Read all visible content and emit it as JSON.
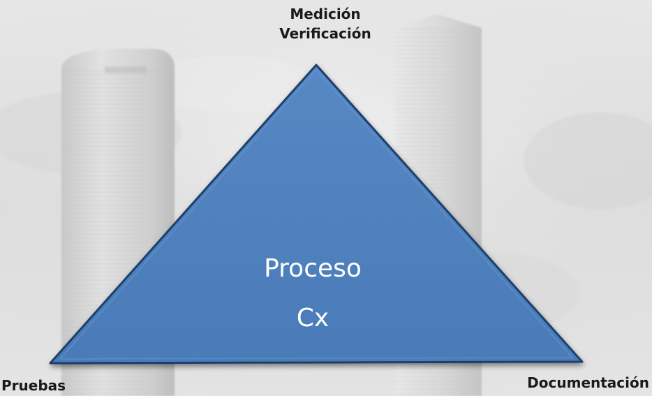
{
  "diagram": {
    "vertices": {
      "top": [
        "Medición",
        "Verificación"
      ],
      "bottom_left": "Pruebas",
      "bottom_right": "Documentación"
    },
    "center": [
      "Proceso",
      "Cx"
    ]
  },
  "colors": {
    "triangle_fill": "#4f81bd",
    "triangle_edge": "#1f3f6b",
    "center_text": "#ffffff",
    "label_text": "#1a1a1a",
    "background": "#e6e6e6"
  }
}
